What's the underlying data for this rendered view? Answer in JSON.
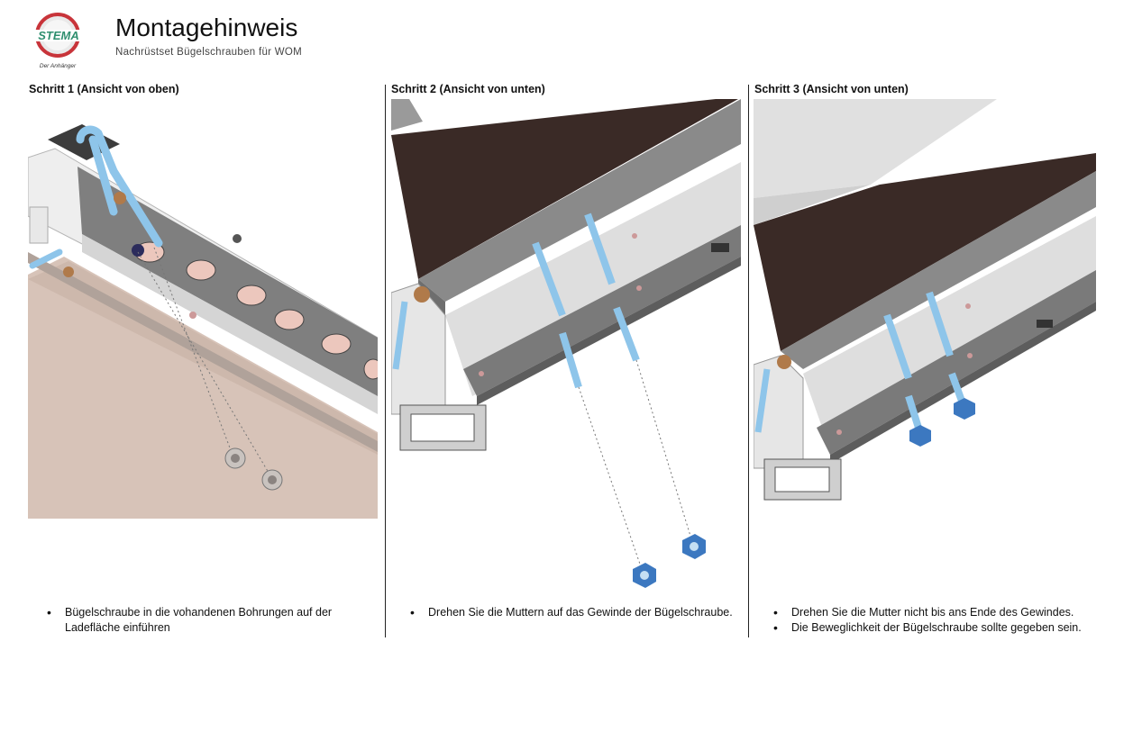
{
  "brand": {
    "name": "STEMA",
    "tagline": "Der Anhänger"
  },
  "header": {
    "title": "Montagehinweis",
    "subtitle": "Nachrüstset Bügelschrauben für WOM"
  },
  "steps": [
    {
      "heading": "Schritt 1 (Ansicht von oben)",
      "bullets": [
        "Bügelschraube in die vohandenen Bohrungen auf der Ladefläche einführen"
      ]
    },
    {
      "heading": "Schritt 2 (Ansicht von unten)",
      "bullets": [
        "Drehen Sie die Muttern auf das Gewinde der Bügelschraube."
      ]
    },
    {
      "heading": "Schritt 3 (Ansicht von unten)",
      "bullets": [
        "Drehen Sie die Mutter nicht bis ans Ende des Gewindes.",
        "Die Beweglichkeit der Bügelschraube sollte gegeben sein."
      ]
    }
  ],
  "colors": {
    "brand_red": "#c8343a",
    "brand_green": "#2f8f6f",
    "deck_brown": "#3a2a26",
    "bolt_blue": "#8ec5ea",
    "nut_blue": "#3c78c0",
    "frame_grey": "#8a8a8a"
  }
}
